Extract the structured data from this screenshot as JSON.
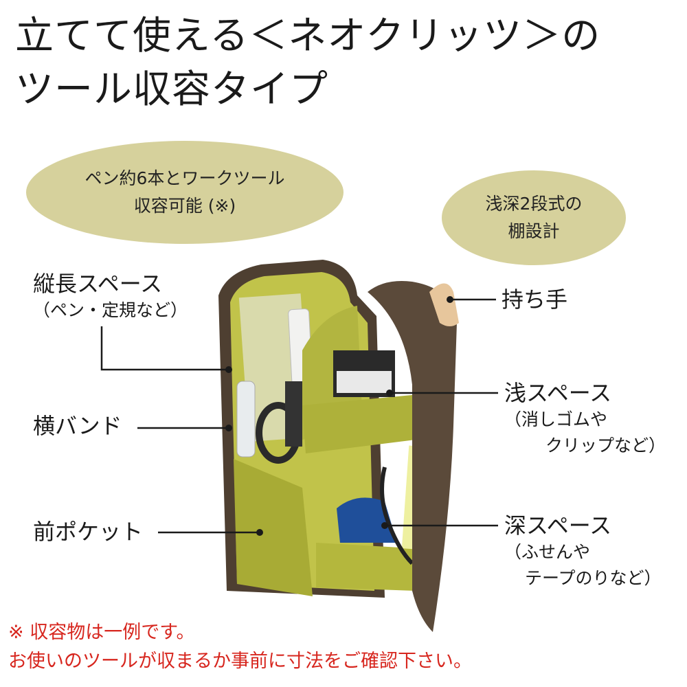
{
  "title": {
    "line1": "立てて使える＜ネオクリッツ＞の",
    "line2": "ツール収容タイプ"
  },
  "bubbles": [
    {
      "line1": "ペン約6本とワークツール",
      "line2": "収容可能 (※)"
    },
    {
      "line1": "浅深2段式の",
      "line2": "棚設計"
    }
  ],
  "labels": {
    "vertical_space": {
      "main": "縦長スペース",
      "sub": "（ペン・定規など）"
    },
    "side_band": {
      "main": "横バンド"
    },
    "front_pocket": {
      "main": "前ポケット"
    },
    "handle": {
      "main": "持ち手"
    },
    "shallow_space": {
      "main": "浅スペース",
      "sub1": "（消しゴムや",
      "sub2": "クリップなど）"
    },
    "deep_space": {
      "main": "深スペース",
      "sub1": "（ふせんや",
      "sub2": "テープのりなど）"
    }
  },
  "note": {
    "line1": "※ 収容物は一例です。",
    "line2": "お使いのツールが収まるか事前に寸法をご確認下さい。"
  },
  "colors": {
    "bubble": "#d6d19c",
    "note_text": "#d7261e",
    "pouch_brown": "#5a4a3a",
    "pouch_lining": "#b7ba3c"
  }
}
